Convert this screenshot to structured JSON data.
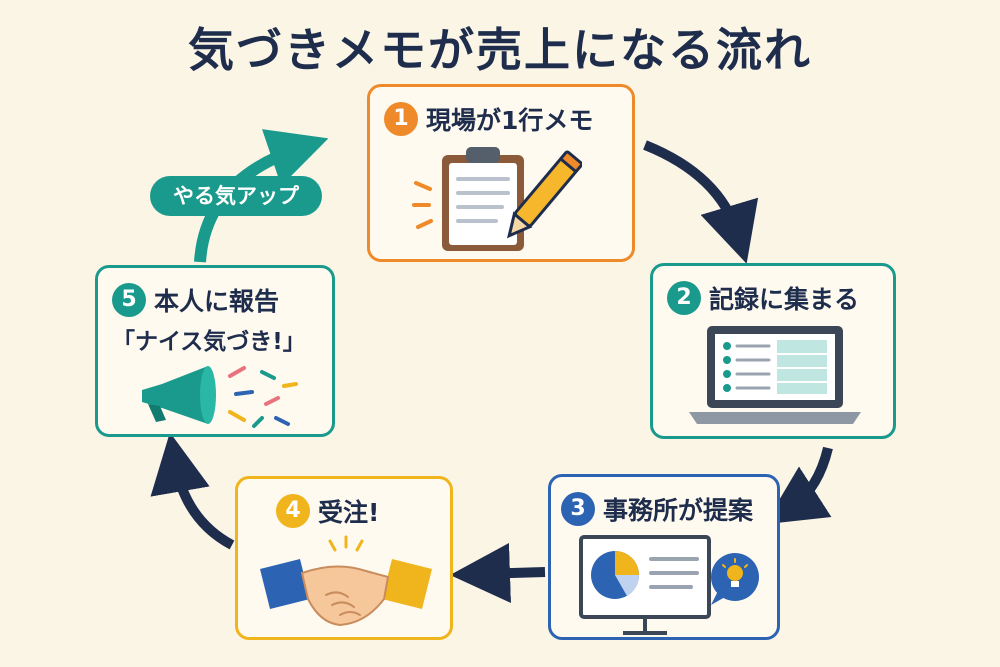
{
  "title": "気づきメモが売上になる流れ",
  "steps": [
    {
      "num": "1",
      "label": "現場が1行メモ",
      "icon": "clipboard-pencil-icon",
      "color": "#ef8a2a"
    },
    {
      "num": "2",
      "label": "記録に集まる",
      "icon": "laptop-list-icon",
      "color": "#1a9a8c"
    },
    {
      "num": "3",
      "label": "事務所が提案",
      "icon": "presentation-board-icon",
      "color": "#2c63b3"
    },
    {
      "num": "4",
      "label": "受注!",
      "icon": "handshake-icon",
      "color": "#f0b41c"
    },
    {
      "num": "5",
      "label": "本人に報告",
      "sublabel": "「ナイス気づき!」",
      "icon": "megaphone-icon",
      "color": "#1a9a8c"
    }
  ],
  "badge": "やる気アップ",
  "colors": {
    "navy": "#1f2d4d",
    "teal": "#1a9a8c",
    "orange": "#ef8a2a",
    "blue": "#2c63b3",
    "yellow": "#f0b41c",
    "background": "#fbf5e6"
  }
}
